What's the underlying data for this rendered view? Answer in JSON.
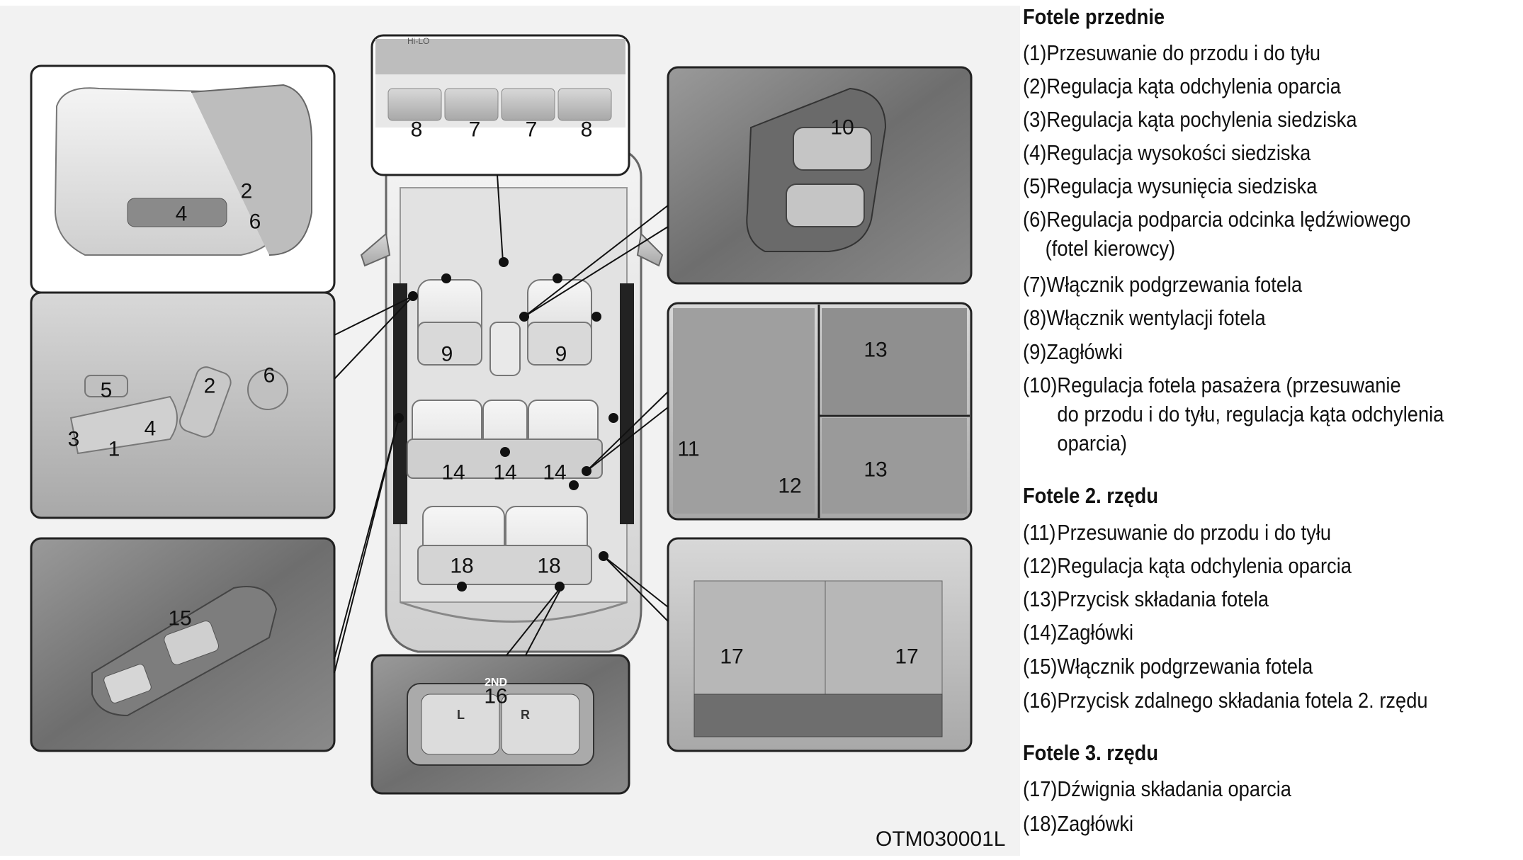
{
  "figure_code": "OTM030001L",
  "callouts": {
    "front_seat_detail": [
      "2",
      "4",
      "6"
    ],
    "control_panel": [
      "5",
      "2",
      "6",
      "3",
      "4",
      "1"
    ],
    "door_switch": [
      "15"
    ],
    "console_buttons": [
      "8",
      "7",
      "7",
      "8"
    ],
    "car_topview": [
      "9",
      "9",
      "14",
      "14",
      "14",
      "18",
      "18"
    ],
    "passenger_seat": [
      "10"
    ],
    "second_row": [
      "11",
      "12",
      "13",
      "13"
    ],
    "trunk": [
      "17",
      "17"
    ],
    "remote_fold": [
      "16"
    ],
    "remote_fold_label": "2ND",
    "remote_fold_left": "L",
    "remote_fold_right": "R",
    "console_top_label": "Hi-LO"
  },
  "legend": {
    "front": {
      "title": "Fotele przednie",
      "items": [
        {
          "num": "(1)",
          "text": "Przesuwanie do przodu i do tyłu"
        },
        {
          "num": "(2)",
          "text": "Regulacja kąta odchylenia oparcia"
        },
        {
          "num": "(3)",
          "text": "Regulacja kąta pochylenia siedziska"
        },
        {
          "num": "(4)",
          "text": "Regulacja wysokości siedziska"
        },
        {
          "num": "(5)",
          "text": "Regulacja wysunięcia siedziska"
        },
        {
          "num": "(6)",
          "text": "Regulacja podparcia odcinka lędźwiowego",
          "cont": "(fotel kierowcy)"
        },
        {
          "num": "(7)",
          "text": "Włącznik podgrzewania fotela"
        },
        {
          "num": "(8)",
          "text": "Włącznik wentylacji fotela"
        },
        {
          "num": "(9)",
          "text": "Zagłówki"
        }
      ],
      "item10": {
        "num": "(10)",
        "lines": [
          "Regulacja fotela pasażera (przesuwanie",
          "do przodu i do tyłu, regulacja kąta odchylenia",
          "oparcia)"
        ]
      }
    },
    "row2": {
      "title": "Fotele 2. rzędu",
      "items": [
        {
          "num": "(11)",
          "text": "Przesuwanie do przodu i do tyłu"
        },
        {
          "num": "(12)",
          "text": "Regulacja kąta odchylenia oparcia"
        },
        {
          "num": "(13)",
          "text": "Przycisk składania fotela"
        },
        {
          "num": "(14)",
          "text": "Zagłówki"
        },
        {
          "num": "(15)",
          "text": "Włącznik podgrzewania fotela"
        },
        {
          "num": "(16)",
          "text": "Przycisk zdalnego składania fotela 2. rzędu"
        }
      ]
    },
    "row3": {
      "title": "Fotele 3. rzędu",
      "items": [
        {
          "num": "(17)",
          "text": "Dźwignia składania oparcia"
        },
        {
          "num": "(18)",
          "text": "Zagłówki"
        }
      ]
    }
  }
}
